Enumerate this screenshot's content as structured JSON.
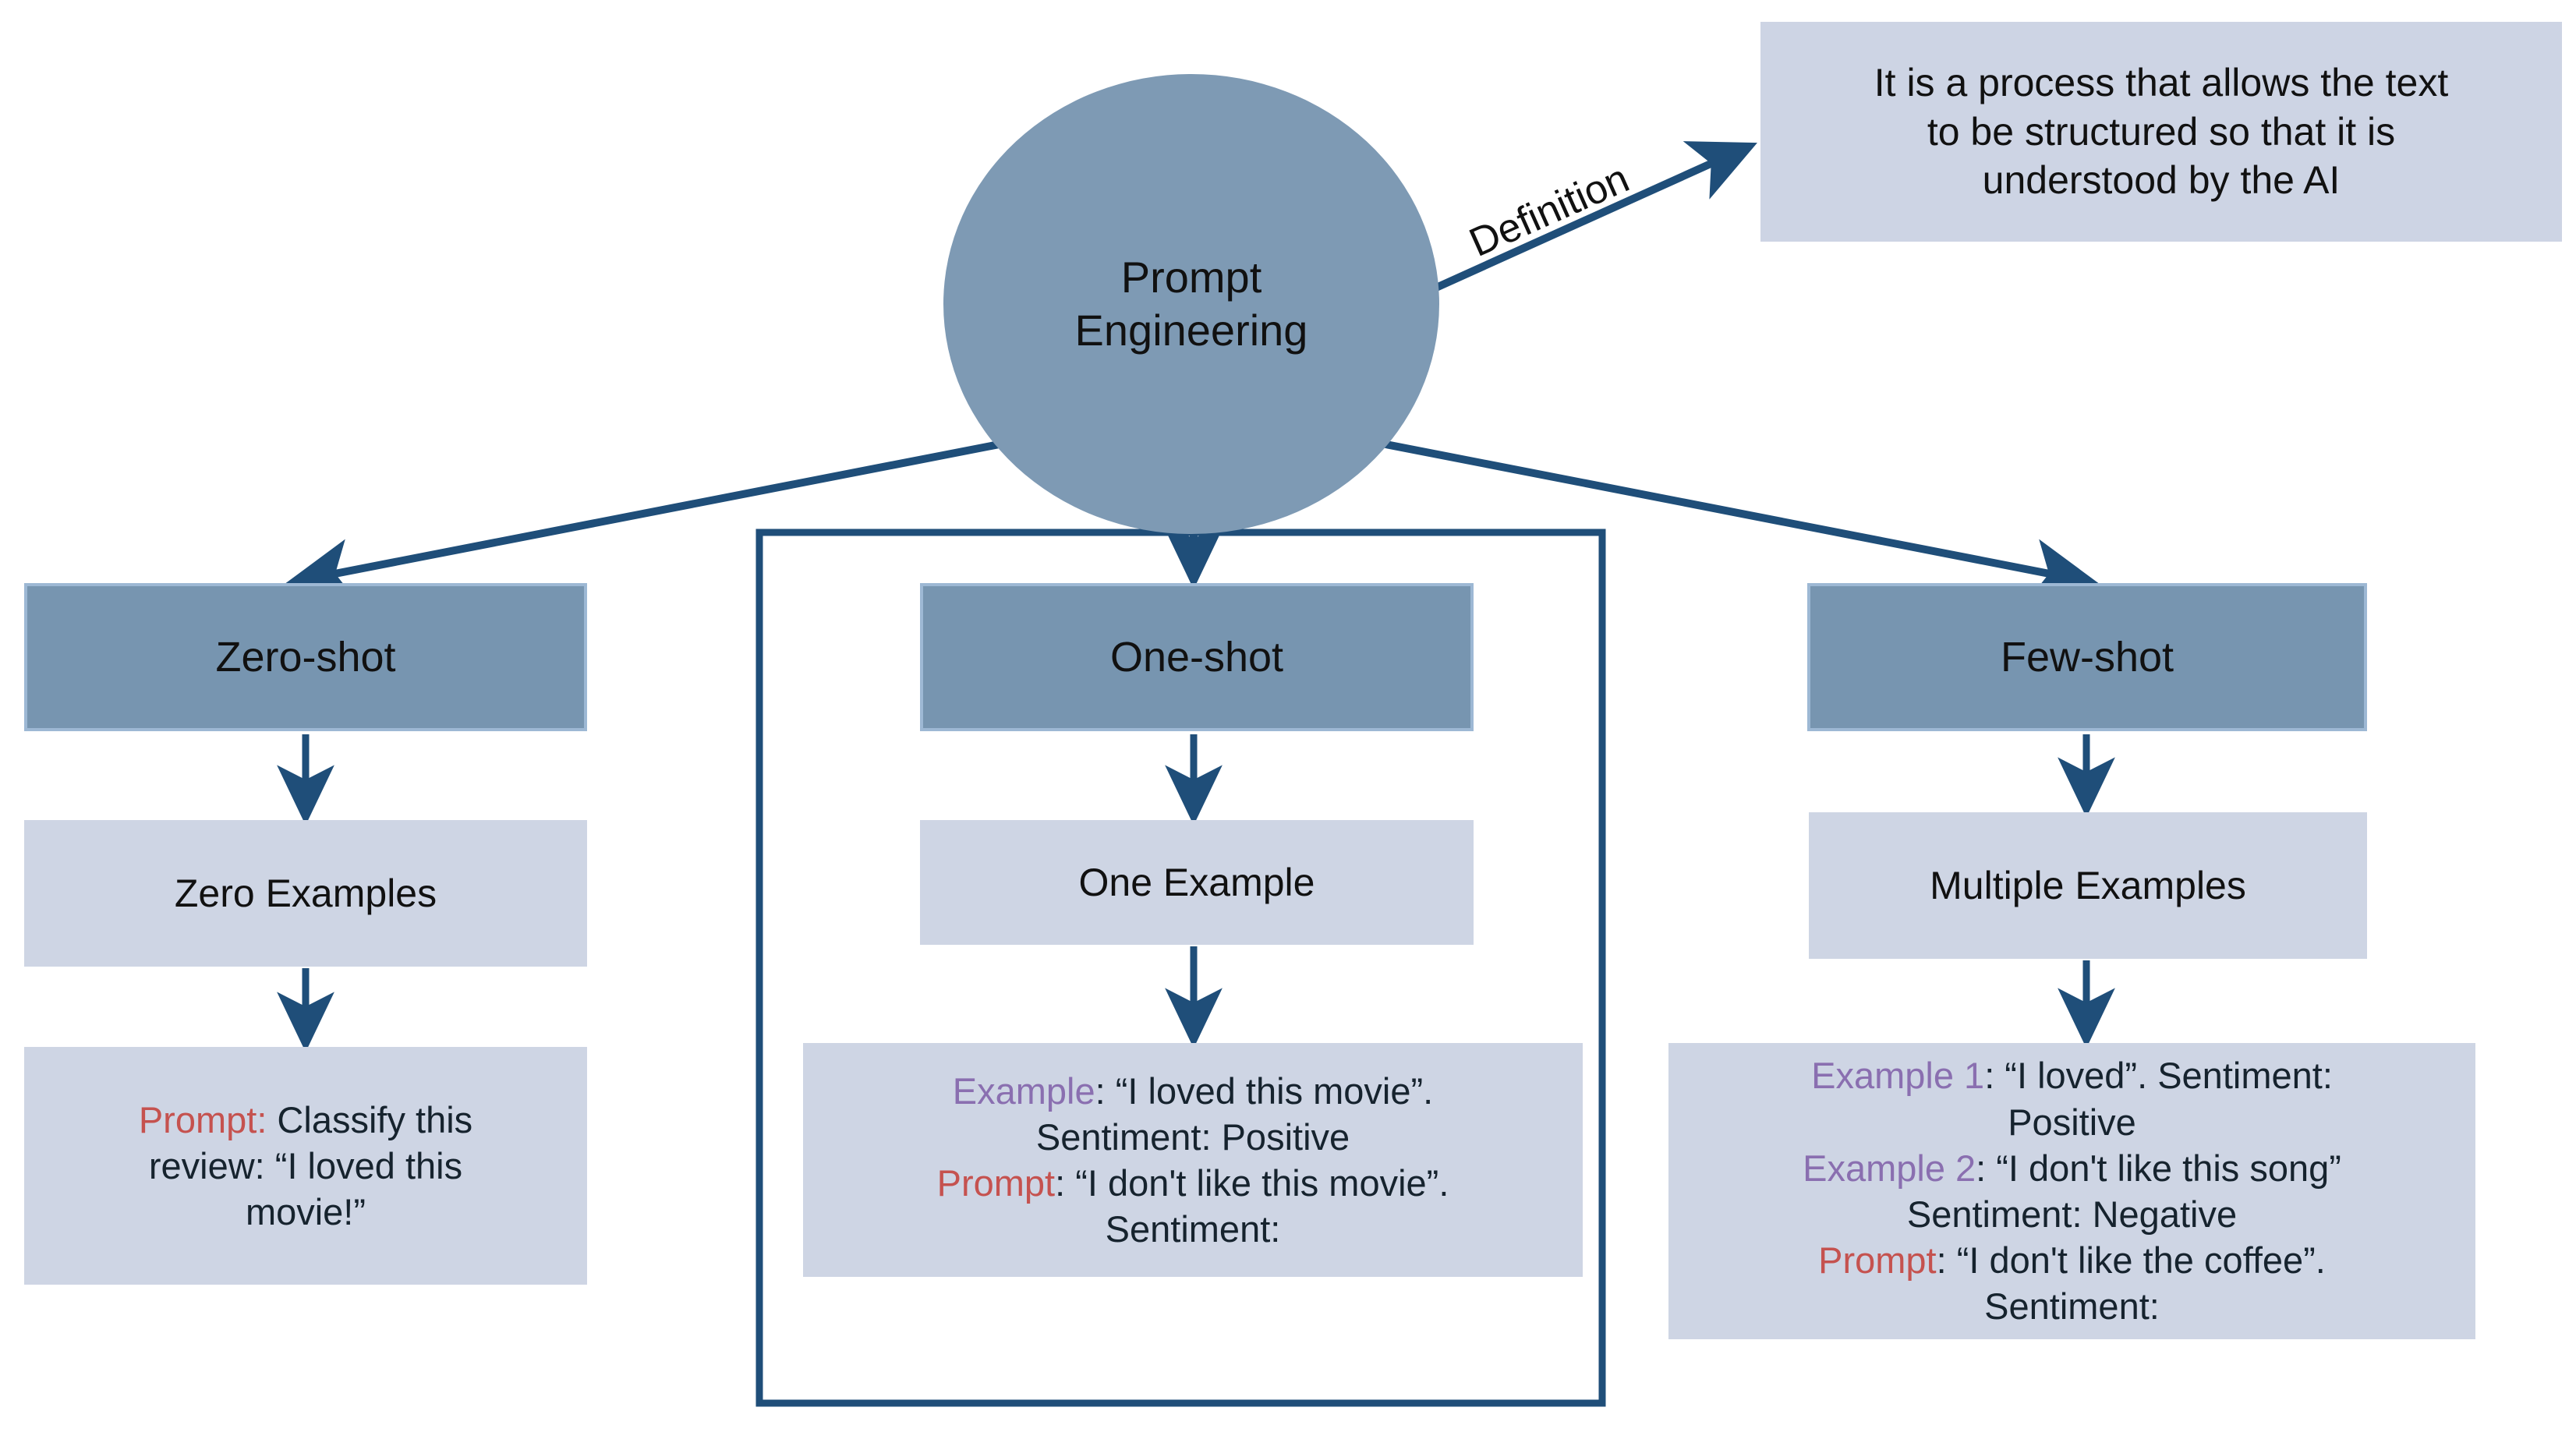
{
  "diagram": {
    "title": "Prompt Engineering",
    "colors": {
      "circle_fill": "#7E9AB4",
      "header_fill": "#7795B0",
      "header_border": "#9DB8D4",
      "panel_fill": "#CED5E4",
      "callout_fill": "#CDD4E4",
      "arrow": "#1F4E79",
      "keyword_prompt": "#C5524F",
      "keyword_example": "#8A6FB0"
    },
    "center_node": {
      "line1": "Prompt",
      "line2": "Engineering"
    },
    "definition": {
      "edge_label": "Definition",
      "line1": "It is a process that allows the text",
      "line2": "to be structured so that it is",
      "line3": "understood by the AI"
    },
    "columns": [
      {
        "id": "zero-shot",
        "header": "Zero-shot",
        "middle": "Zero Examples",
        "example_lines": [
          {
            "key": "Prompt:",
            "key_color": "prompt",
            "rest": " Classify this"
          },
          {
            "key": "",
            "key_color": "none",
            "rest": "review: “I loved this"
          },
          {
            "key": "",
            "key_color": "none",
            "rest": "movie!”"
          }
        ]
      },
      {
        "id": "one-shot",
        "header": "One-shot",
        "middle": "One Example",
        "example_lines": [
          {
            "key": "Example",
            "key_color": "example",
            "rest": ": “I loved this movie”."
          },
          {
            "key": "",
            "key_color": "none",
            "rest": "Sentiment: Positive"
          },
          {
            "key": "Prompt",
            "key_color": "prompt",
            "rest": ": “I don't like this movie”."
          },
          {
            "key": "",
            "key_color": "none",
            "rest": "Sentiment:"
          }
        ]
      },
      {
        "id": "few-shot",
        "header": "Few-shot",
        "middle": "Multiple Examples",
        "example_lines": [
          {
            "key": "Example 1",
            "key_color": "example",
            "rest": ": “I loved”. Sentiment:"
          },
          {
            "key": "",
            "key_color": "none",
            "rest": "Positive"
          },
          {
            "key": "Example 2",
            "key_color": "example",
            "rest": ": “I don't like this  song”"
          },
          {
            "key": "",
            "key_color": "none",
            "rest": "Sentiment: Negative"
          },
          {
            "key": "Prompt",
            "key_color": "prompt",
            "rest": ": “I don't like the coffee”."
          },
          {
            "key": "",
            "key_color": "none",
            "rest": "Sentiment:"
          }
        ]
      }
    ]
  }
}
